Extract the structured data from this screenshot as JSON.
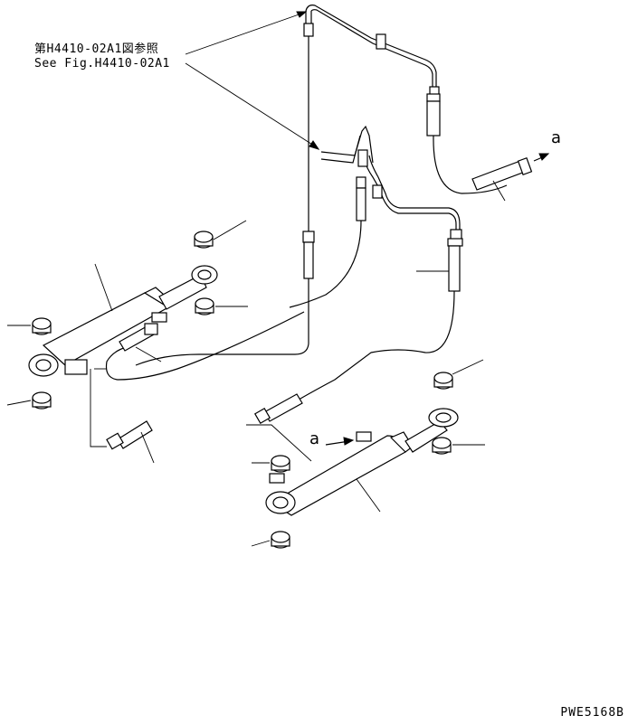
{
  "reference": {
    "japanese": "第H4410-02A1図参照",
    "english": "See Fig.H4410-02A1"
  },
  "callouts": {
    "upper_connection": "a",
    "lower_connection": "a"
  },
  "drawing_number": "PWE5168B",
  "colors": {
    "line": "#000000",
    "background": "#ffffff"
  }
}
